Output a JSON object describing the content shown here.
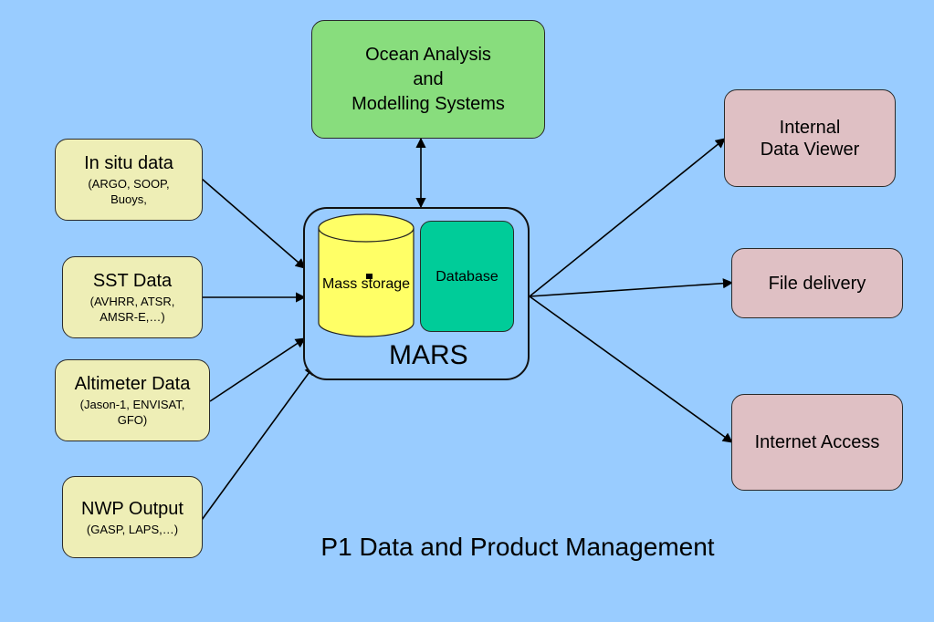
{
  "ocean": {
    "line1": "Ocean Analysis",
    "line2": "and",
    "line3": "Modelling Systems"
  },
  "sources": [
    {
      "title": "In situ data",
      "sub1": "(ARGO, SOOP,",
      "sub2": "Buoys,"
    },
    {
      "title": "SST Data",
      "sub1": "(AVHRR, ATSR,",
      "sub2": "AMSR-E,…)"
    },
    {
      "title": "Altimeter Data",
      "sub1": "(Jason-1, ENVISAT,",
      "sub2": "GFO)"
    },
    {
      "title": "NWP Output",
      "sub1": "(GASP, LAPS,…)"
    }
  ],
  "mars": {
    "label": "MARS",
    "mass_storage": "Mass storage",
    "database": "Database"
  },
  "outputs": [
    {
      "line1": "Internal",
      "line2": "Data Viewer"
    },
    {
      "line1": "File delivery"
    },
    {
      "line1": "Internet Access"
    }
  ],
  "title": "P1 Data and Product Management",
  "colors": {
    "background": "#99ccff",
    "ocean": "#88dd7d",
    "source": "#eeeeb6",
    "output": "#dfc0c4",
    "database": "#00cc99",
    "mass_storage": "#ffff66"
  }
}
